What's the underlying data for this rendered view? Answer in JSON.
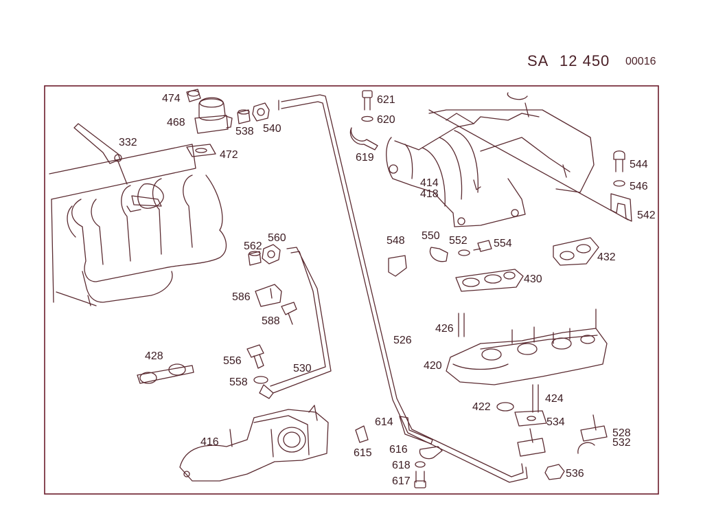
{
  "header": {
    "group_code": "SA",
    "group_number": "12 450",
    "sheet_number": "00016"
  },
  "callouts": [
    {
      "id": "474",
      "label": "474"
    },
    {
      "id": "468",
      "label": "468"
    },
    {
      "id": "538",
      "label": "538"
    },
    {
      "id": "540",
      "label": "540"
    },
    {
      "id": "472",
      "label": "472"
    },
    {
      "id": "332",
      "label": "332"
    },
    {
      "id": "621",
      "label": "621"
    },
    {
      "id": "620",
      "label": "620"
    },
    {
      "id": "619",
      "label": "619"
    },
    {
      "id": "414",
      "label": "414"
    },
    {
      "id": "418",
      "label": "418"
    },
    {
      "id": "544",
      "label": "544"
    },
    {
      "id": "546",
      "label": "546"
    },
    {
      "id": "542",
      "label": "542"
    },
    {
      "id": "562",
      "label": "562"
    },
    {
      "id": "560",
      "label": "560"
    },
    {
      "id": "548",
      "label": "548"
    },
    {
      "id": "550",
      "label": "550"
    },
    {
      "id": "552",
      "label": "552"
    },
    {
      "id": "554",
      "label": "554"
    },
    {
      "id": "432",
      "label": "432"
    },
    {
      "id": "430",
      "label": "430"
    },
    {
      "id": "586",
      "label": "586"
    },
    {
      "id": "588",
      "label": "588"
    },
    {
      "id": "426",
      "label": "426"
    },
    {
      "id": "526",
      "label": "526"
    },
    {
      "id": "428",
      "label": "428"
    },
    {
      "id": "556",
      "label": "556"
    },
    {
      "id": "530",
      "label": "530"
    },
    {
      "id": "420",
      "label": "420"
    },
    {
      "id": "558",
      "label": "558"
    },
    {
      "id": "422",
      "label": "422"
    },
    {
      "id": "424",
      "label": "424"
    },
    {
      "id": "534",
      "label": "534"
    },
    {
      "id": "528",
      "label": "528"
    },
    {
      "id": "532",
      "label": "532"
    },
    {
      "id": "614",
      "label": "614"
    },
    {
      "id": "416",
      "label": "416"
    },
    {
      "id": "615",
      "label": "615"
    },
    {
      "id": "616",
      "label": "616"
    },
    {
      "id": "618",
      "label": "618"
    },
    {
      "id": "617",
      "label": "617"
    },
    {
      "id": "536",
      "label": "536"
    }
  ],
  "colors": {
    "line": "#5a2a30",
    "frame": "#6a1a2a",
    "text": "#3a1a20"
  }
}
